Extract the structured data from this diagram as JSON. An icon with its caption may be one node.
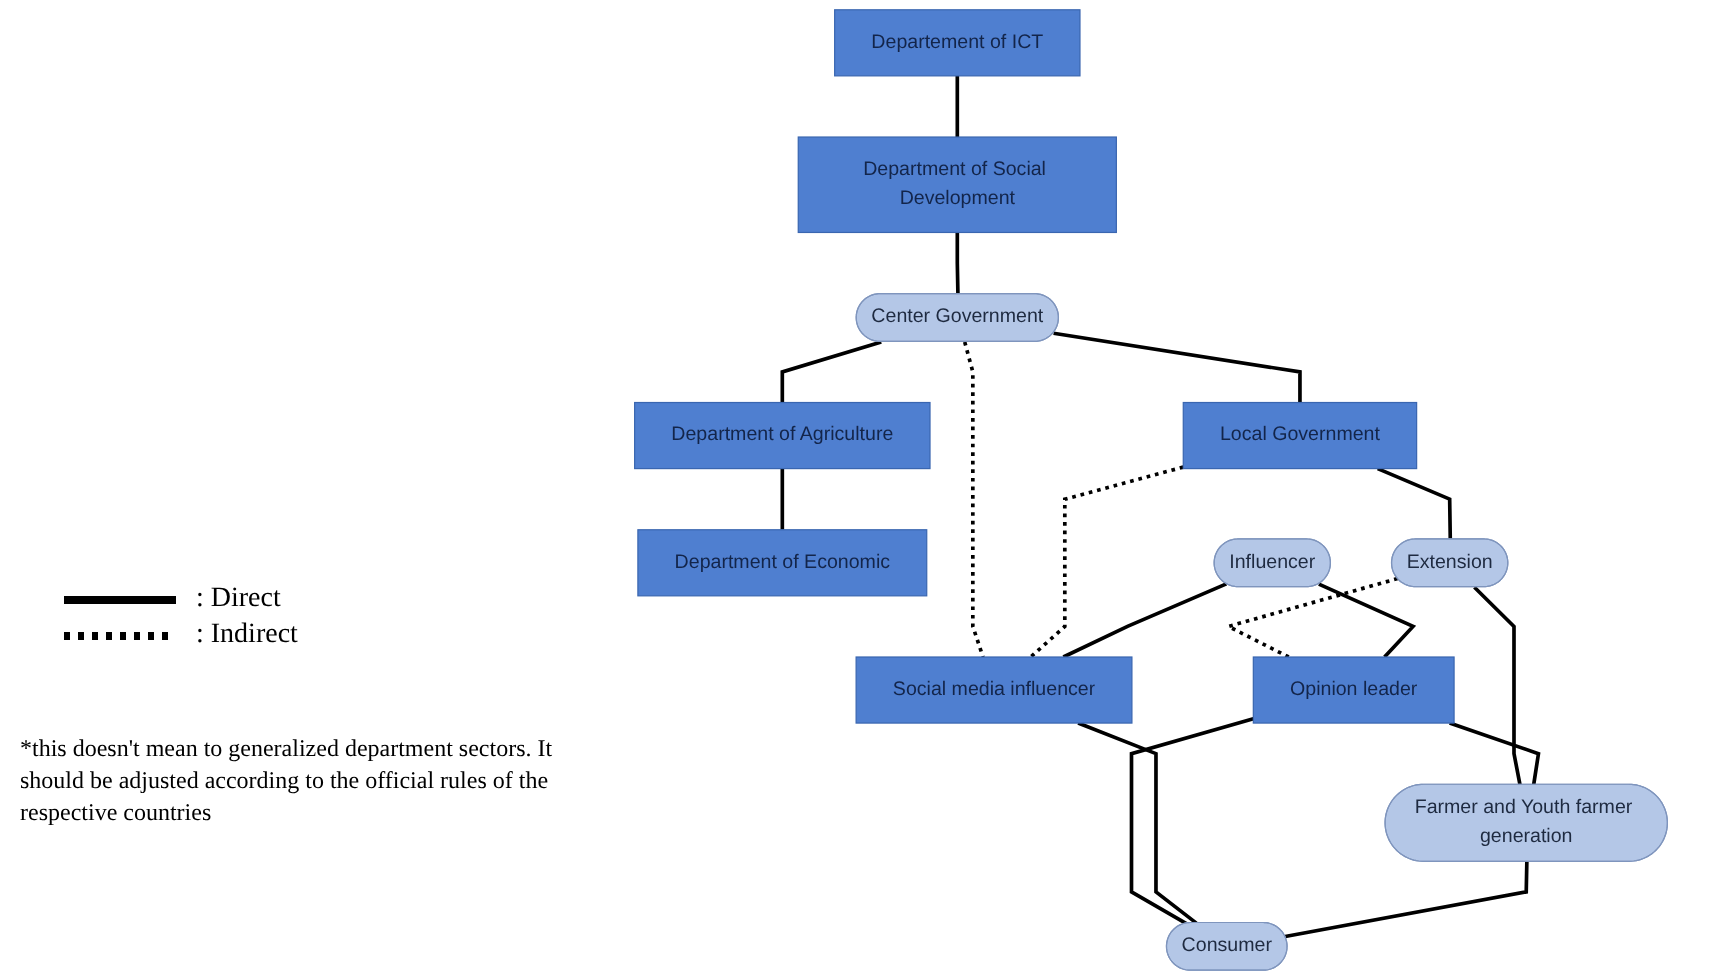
{
  "diagram": {
    "nodes": [
      {
        "text": [
          "Center Government"
        ]
      },
      {
        "text": [
          "Departement of ICT"
        ]
      },
      {
        "text": [
          "Department of Social Development"
        ]
      },
      {
        "text": [
          "Local Government"
        ]
      },
      {
        "text": [
          "Department of Agriculture"
        ]
      },
      {
        "text": [
          "Department of Economic"
        ]
      },
      {
        "text": [
          "Extension"
        ]
      },
      {
        "text": [
          "Influencer"
        ]
      },
      {
        "text": [
          "Opinion leader"
        ]
      },
      {
        "text": [
          "Social media influencer"
        ]
      },
      {
        "text": [
          "Farmer and Youth farmer generation"
        ]
      },
      {
        "text": [
          "Consumer"
        ]
      }
    ],
    "edges": [
      {
        "from": 1,
        "to": 2,
        "arrow": "none"
      },
      {
        "from": 2,
        "to": 0,
        "arrow": "none"
      },
      {
        "from": 0,
        "to": 4,
        "arrow": "none"
      },
      {
        "from": 4,
        "to": 5,
        "arrow": "none"
      },
      {
        "from": 0,
        "to": 3,
        "arrow": "none"
      },
      {
        "from": 0,
        "to": 9,
        "arrow": "none",
        "style": "dashed"
      },
      {
        "from": 3,
        "to": 9,
        "arrow": "none",
        "style": "dashed"
      },
      {
        "from": 3,
        "to": 6,
        "arrow": "none"
      },
      {
        "from": 6,
        "to": 8,
        "arrow": "none",
        "style": "dashed"
      },
      {
        "from": 6,
        "to": 10,
        "arrow": "none"
      },
      {
        "from": 7,
        "to": 8,
        "arrow": "none"
      },
      {
        "from": 7,
        "to": 9,
        "arrow": "none"
      },
      {
        "from": 8,
        "to": 10,
        "arrow": "none"
      },
      {
        "from": 8,
        "to": 11,
        "arrow": "none"
      },
      {
        "from": 9,
        "to": 11,
        "arrow": "none"
      },
      {
        "from": 10,
        "to": 11,
        "arrow": "none"
      }
    ],
    "labels": [
      "*this doesn't mean to generalized department sectors. It should be adjusted according to the official rules of the respective countries"
    ],
    "legend": [
      {
        "text": ": Direct"
      },
      {
        "text": ": Indirect"
      }
    ]
  }
}
